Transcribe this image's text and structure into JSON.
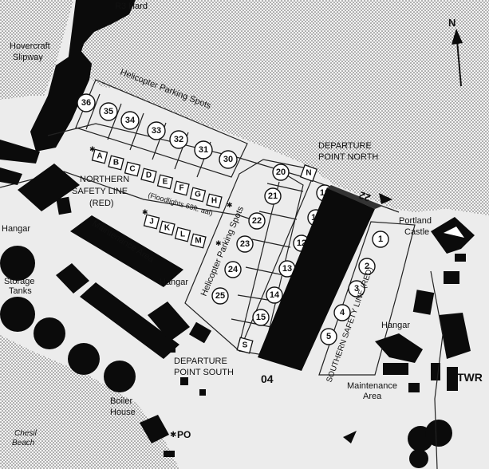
{
  "labels": {
    "r3_hard": "R3 Hard",
    "hovercraft_l1": "Hovercraft",
    "hovercraft_l2": "Slipway",
    "heli_north": "Helicopter Parking Spots",
    "heli_mid": "Helicopter Parking Spots",
    "dep_north_l1": "DEPARTURE",
    "dep_north_l2": "POINT NORTH",
    "northern_l1": "NORTHERN",
    "northern_l2": "SAFETY LINE",
    "northern_l3": "(RED)",
    "floodlights": "(Floodlights 68ft. aal)",
    "hangar_west": "Hangar",
    "maintenance_area": "Maintenance Area",
    "hangar_center": "Hangar",
    "storage_l1": "Storage",
    "storage_l2": "Tanks",
    "dep_south_l1": "DEPARTURE",
    "dep_south_l2": "POINT SOUTH",
    "runway_04": "04",
    "runway_22": "22",
    "southern_safety": "SOUTHERN SAFETY LINE (RED)",
    "portland_l1": "Portland",
    "portland_l2": "Castle",
    "hangar_east": "Hangar",
    "maint_east_l1": "Maintenance",
    "maint_east_l2": "Area",
    "twr": "TWR",
    "boiler_l1": "Boiler",
    "boiler_l2": "House",
    "po": "PO",
    "chesil_l1": "Chesil",
    "chesil_l2": "Beach",
    "north": "N"
  },
  "north_spots": [
    "36",
    "35",
    "34",
    "33",
    "32",
    "31",
    "30"
  ],
  "letter_row1": [
    "A",
    "B",
    "C",
    "D",
    "E",
    "F",
    "G",
    "H"
  ],
  "letter_row2": [
    "J",
    "K",
    "L",
    "M"
  ],
  "mid_spots": [
    "20",
    "21",
    "22",
    "23",
    "24",
    "25"
  ],
  "mid_spots_right": [
    "10",
    "11",
    "12",
    "13",
    "14",
    "15"
  ],
  "point_north": "N",
  "point_south": "S",
  "east_spots": [
    "1",
    "2",
    "3",
    "4",
    "5"
  ]
}
